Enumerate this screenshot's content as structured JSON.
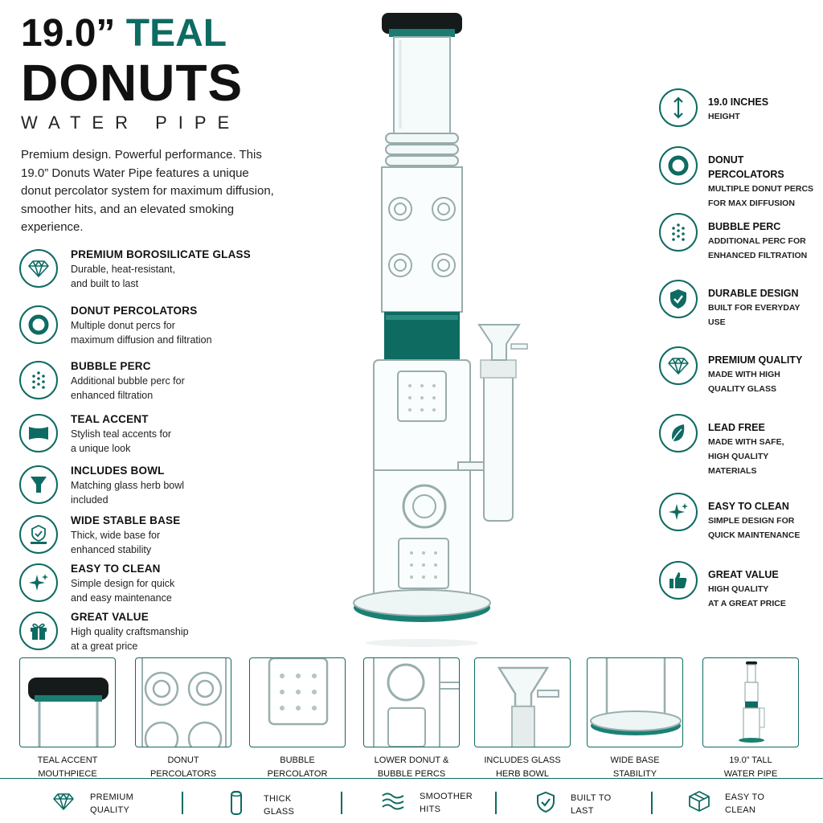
{
  "title": {
    "line1_a": "19.0”",
    "line1_b": "TEAL",
    "line2": "DONUTS",
    "line3": "WATER PIPE"
  },
  "intro": "Premium design. Powerful performance. This 19.0” Donuts Water Pipe features a unique donut percolator system for maximum diffusion, smoother hits, and an elevated smoking experience.",
  "left_features": [
    {
      "title": "PREMIUM BOROSILICATE GLASS",
      "desc": "Durable, heat-resistant,",
      "desc2": "and built to last",
      "icon": "diamond-icon"
    },
    {
      "title": "DONUT PERCOLATORS",
      "desc": "Multiple donut percs for",
      "desc2": "maximum diffusion and filtration",
      "icon": "donut-icon"
    },
    {
      "title": "BUBBLE PERC",
      "desc": "Additional bubble perc for",
      "desc2": "enhanced filtration",
      "icon": "bubbles-icon"
    },
    {
      "title": "TEAL ACCENT",
      "desc": "Stylish teal accents for",
      "desc2": "a unique look",
      "icon": "accent-ring-icon"
    },
    {
      "title": "INCLUDES BOWL",
      "desc": "Matching glass herb bowl",
      "desc2": "included",
      "icon": "bowl-icon"
    },
    {
      "title": "WIDE STABLE BASE",
      "desc": "Thick, wide base for",
      "desc2": "enhanced stability",
      "icon": "base-icon"
    },
    {
      "title": "EASY TO CLEAN",
      "desc": "Simple design for quick",
      "desc2": "and easy maintenance",
      "icon": "sparkle-icon"
    },
    {
      "title": "GREAT VALUE",
      "desc": "High quality craftsmanship",
      "desc2": "at a great price",
      "icon": "gift-icon"
    }
  ],
  "right_features": [
    {
      "title": "19.0 INCHES",
      "d1": "HEIGHT",
      "d2": "",
      "d3": "",
      "icon": "height-arrow-icon"
    },
    {
      "title": "DONUT PERCOLATORS",
      "d1": "MULTIPLE DONUT PERCS",
      "d2": "FOR MAX DIFFUSION",
      "d3": "",
      "icon": "donut-icon"
    },
    {
      "title": "BUBBLE PERC",
      "d1": "ADDITIONAL PERC FOR",
      "d2": "ENHANCED FILTRATION",
      "d3": "",
      "icon": "bubbles-icon"
    },
    {
      "title": "DURABLE DESIGN",
      "d1": "BUILT FOR EVERYDAY",
      "d2": "USE",
      "d3": "",
      "icon": "shield-check-icon"
    },
    {
      "title": "PREMIUM QUALITY",
      "d1": "MADE WITH HIGH",
      "d2": "QUALITY GLASS",
      "d3": "",
      "icon": "diamond-icon"
    },
    {
      "title": "LEAD FREE",
      "d1": "MADE WITH SAFE,",
      "d2": "HIGH QUALITY",
      "d3": "MATERIALS",
      "icon": "leaf-icon"
    },
    {
      "title": "EASY TO CLEAN",
      "d1": "SIMPLE DESIGN FOR",
      "d2": "QUICK MAINTENANCE",
      "d3": "",
      "icon": "sparkle-icon"
    },
    {
      "title": "GREAT VALUE",
      "d1": "HIGH QUALITY",
      "d2": "AT A GREAT PRICE",
      "d3": "",
      "icon": "thumbs-up-icon"
    }
  ],
  "thumbnails": [
    {
      "l1": "TEAL ACCENT",
      "l2": "MOUTHPIECE"
    },
    {
      "l1": "DONUT",
      "l2": "PERCOLATORS"
    },
    {
      "l1": "BUBBLE",
      "l2": "PERCOLATOR"
    },
    {
      "l1": "LOWER DONUT &",
      "l2": "BUBBLE PERCS"
    },
    {
      "l1": "INCLUDES GLASS",
      "l2": "HERB BOWL"
    },
    {
      "l1": "WIDE BASE",
      "l2": "STABILITY"
    },
    {
      "l1": "19.0” TALL",
      "l2": "WATER PIPE"
    }
  ],
  "bottom_bar": [
    {
      "l1": "PREMIUM",
      "l2": "QUALITY",
      "icon": "diamond-icon"
    },
    {
      "l1": "THICK",
      "l2": "GLASS",
      "icon": "glass-tube-icon"
    },
    {
      "l1": "SMOOTHER",
      "l2": "HITS",
      "icon": "waves-icon"
    },
    {
      "l1": "BUILT TO",
      "l2": "LAST",
      "icon": "shield-check-icon"
    },
    {
      "l1": "EASY TO",
      "l2": "CLEAN",
      "icon": "box-icon"
    }
  ],
  "colors": {
    "teal": "#0e6b62",
    "dark": "#111111"
  }
}
